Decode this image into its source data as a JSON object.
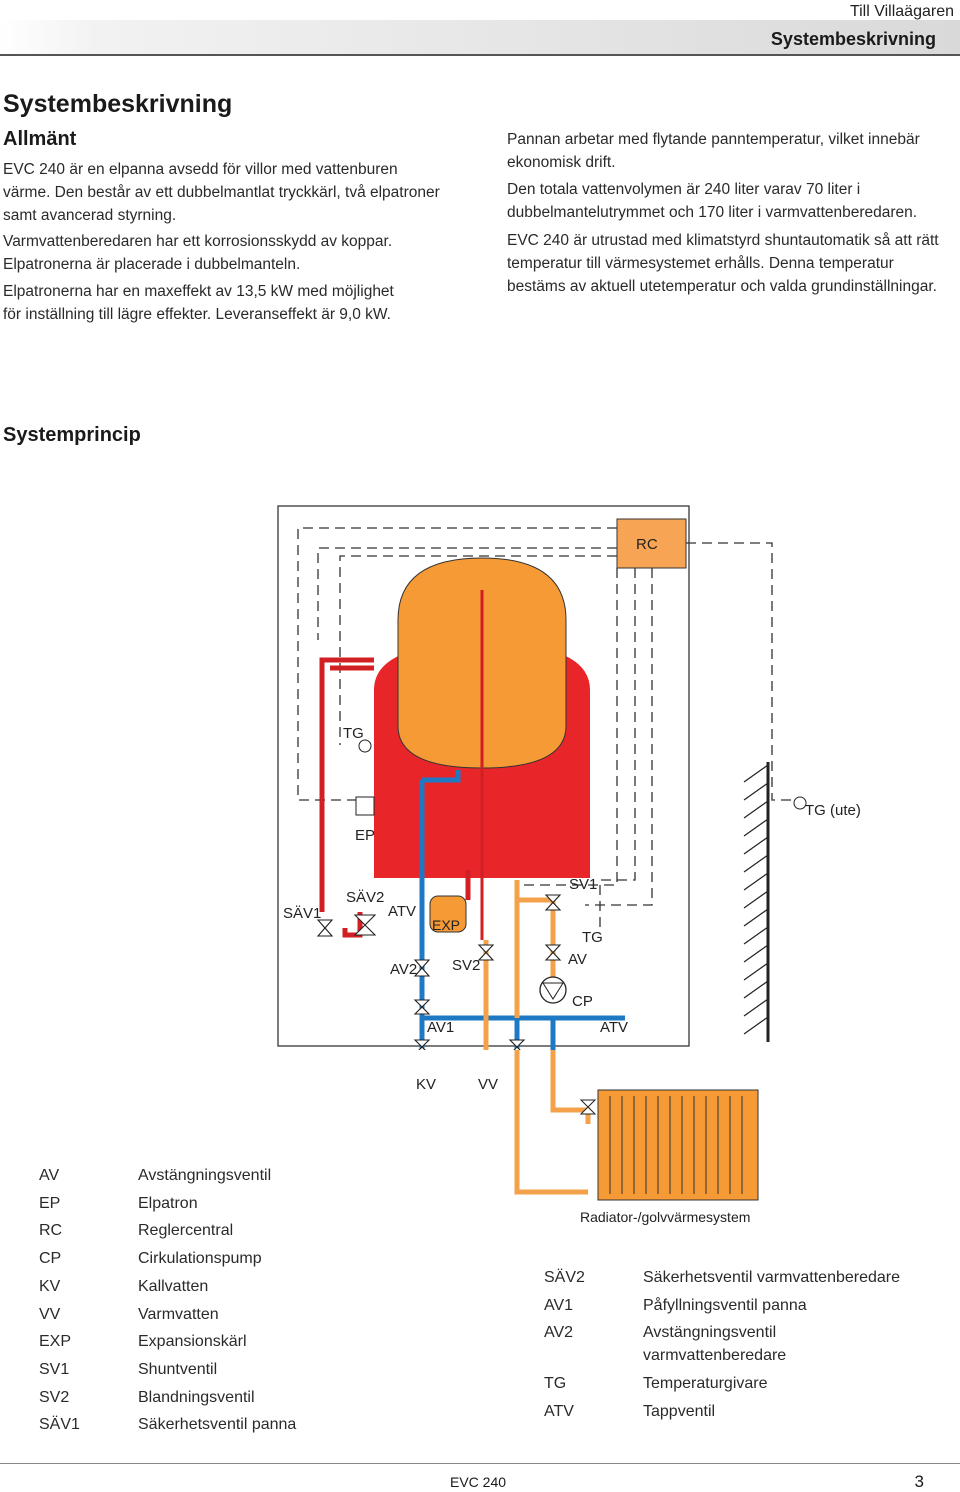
{
  "header": {
    "top": "Till Villaägaren",
    "section": "Systembeskrivning"
  },
  "title": "Systembeskrivning",
  "subtitle": "Allmänt",
  "left_paragraphs": [
    "EVC 240 är en elpanna avsedd för villor med vattenburen värme. Den består av ett dubbelmantlat tryckkärl, två elpatroner samt avancerad styrning.",
    "Varmvattenberedaren har ett korrosionsskydd av koppar. Elpatronerna är placerade i dubbelmanteln.",
    "Elpatronerna har en maxeffekt av 13,5 kW med möjlighet för inställning till lägre effekter. Leveranseffekt är 9,0 kW."
  ],
  "right_paragraphs": [
    "Pannan arbetar med flytande panntemperatur, vilket innebär ekonomisk drift.",
    "Den totala vattenvolymen är 240 liter varav 70 liter i dubbelmantelutrymmet och 170 liter i varmvattenberedaren.",
    "EVC 240 är utrustad med klimatstyrd shuntautomatik så att rätt temperatur till värmesystemet erhålls. Denna temperatur bestäms av aktuell utetemperatur och valda grundinställningar."
  ],
  "diagram_heading": "Systemprincip",
  "diagram": {
    "labels": {
      "rc": "RC",
      "tg": "TG",
      "ep": "EP",
      "tg_ute": "TG (ute)",
      "sav1": "SÄV1",
      "sav2": "SÄV2",
      "atv": "ATV",
      "exp": "EXP",
      "av2": "AV2",
      "sv2": "SV2",
      "sv1": "SV1",
      "tg2": "TG",
      "av": "AV",
      "cp": "CP",
      "av1": "AV1",
      "atv2": "ATV",
      "kv": "KV",
      "vv": "VV",
      "radiator": "Radiator-/golvvärmesystem"
    },
    "colors": {
      "outer_tank": "#e8262a",
      "inner_tank": "#f59a34",
      "cold_pipe": "#1f78c3",
      "hot_pipe": "#f3a14a",
      "rc_box": "#f7a454"
    }
  },
  "legend_left": [
    {
      "code": "AV",
      "desc": "Avstängningsventil"
    },
    {
      "code": "EP",
      "desc": "Elpatron"
    },
    {
      "code": "RC",
      "desc": "Reglercentral"
    },
    {
      "code": "CP",
      "desc": "Cirkulationspump"
    },
    {
      "code": "KV",
      "desc": "Kallvatten"
    },
    {
      "code": "VV",
      "desc": "Varmvatten"
    },
    {
      "code": "EXP",
      "desc": "Expansionskärl"
    },
    {
      "code": "SV1",
      "desc": "Shuntventil"
    },
    {
      "code": "SV2",
      "desc": "Blandningsventil"
    },
    {
      "code": "SÄV1",
      "desc": "Säkerhetsventil panna"
    }
  ],
  "legend_right": [
    {
      "code": "SÄV2",
      "desc": "Säkerhetsventil varmvattenberedare"
    },
    {
      "code": "AV1",
      "desc": "Påfyllningsventil panna"
    },
    {
      "code": "AV2",
      "desc": "Avstängningsventil varmvattenberedare"
    },
    {
      "code": "TG",
      "desc": "Temperaturgivare"
    },
    {
      "code": "ATV",
      "desc": "Tappventil"
    }
  ],
  "footer": {
    "model": "EVC 240",
    "page": "3"
  }
}
